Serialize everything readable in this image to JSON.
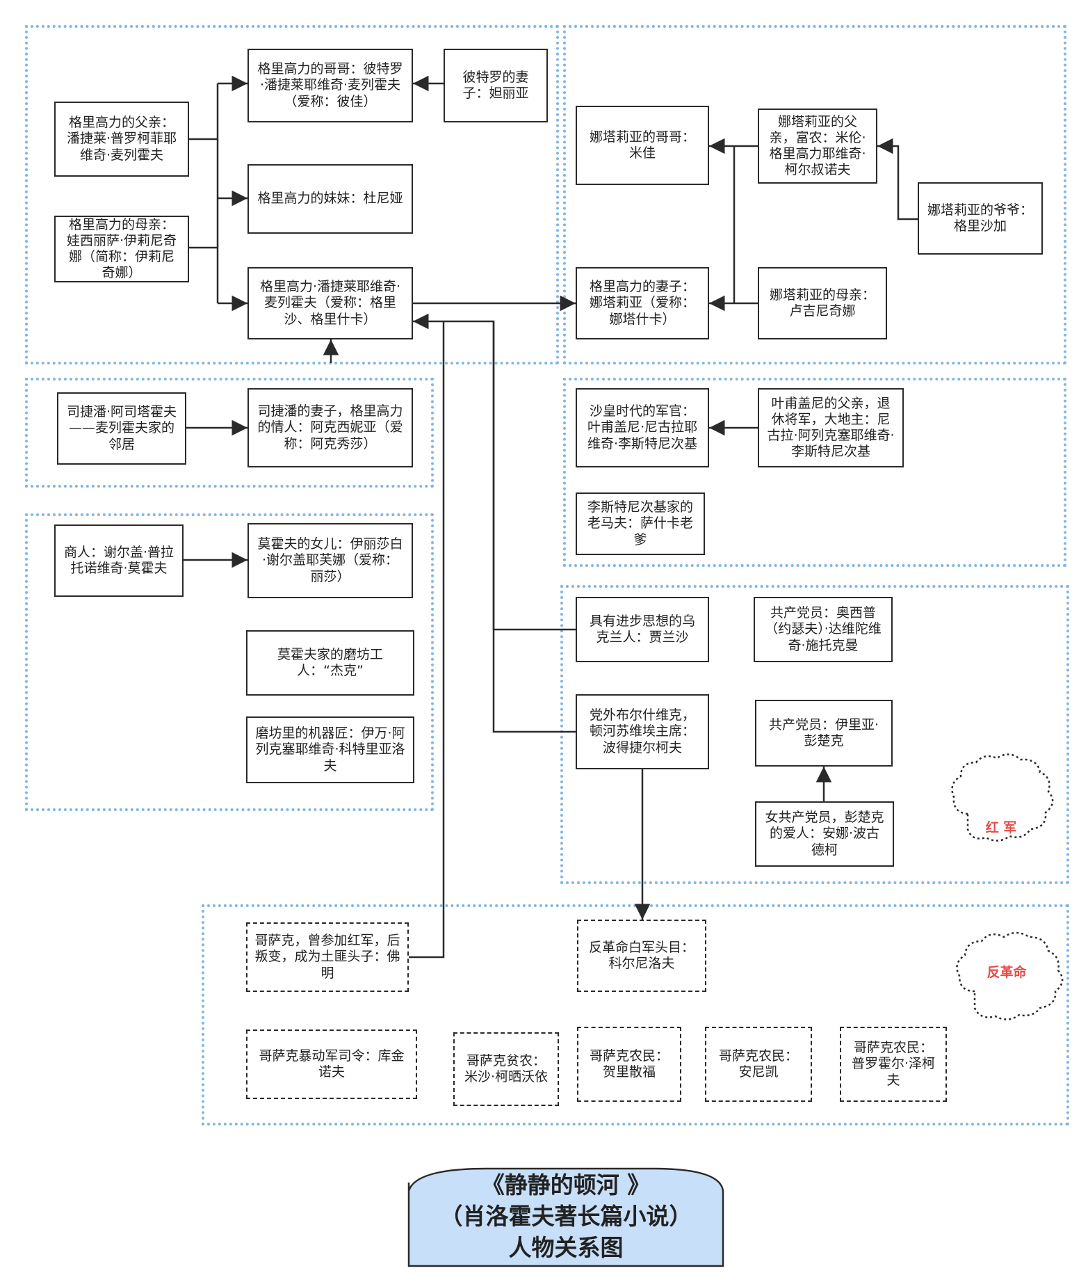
{
  "colors": {
    "group_border": "#7fb6e6",
    "title_fill": "#c7dff8",
    "cloud_text": "#e84a4a",
    "line": "#2a2a2a"
  },
  "nodes": {
    "father": "格里高力的父亲：潘捷莱·普罗柯菲耶维奇·麦列霍夫",
    "mother": "格里高力的母亲：娃西丽萨·伊莉尼奇娜（简称：伊莉尼奇娜）",
    "brother": "格里高力的哥哥：彼特罗·潘捷莱耶维奇·麦列霍夫（爱称：彼佳）",
    "brother_wife": "彼特罗的妻子：妲丽亚",
    "sister": "格里高力的妹妹：杜尼娅",
    "grigory": "格里高力·潘捷莱耶维奇·麦列霍夫（爱称：格里沙、格里什卡）",
    "stepan": "司捷潘·阿司塔霍夫——麦列霍夫家的邻居",
    "aksinya": "司捷潘的妻子，格里高力的情人：阿克西妮亚（爱称：阿克秀莎）",
    "merchant": "商人：谢尔盖·普拉托诺维奇·莫霍夫",
    "liza": "莫霍夫的女儿：伊丽莎白·谢尔盖耶芙娜（爱称：丽莎）",
    "jack": "莫霍夫家的磨坊工人：“杰克”",
    "mechanic": "磨坊里的机器匠：伊万·阿列克塞耶维奇·科特里亚洛夫",
    "n_brother": "娜塔莉亚的哥哥：米佳",
    "n_father": "娜塔莉亚的父亲，富农：米伦·格里高力耶维奇·柯尔叔诺夫",
    "n_grandpa": "娜塔莉亚的爷爷：格里沙加",
    "natalia": "格里高力的妻子：娜塔莉亚（爱称：娜塔什卡）",
    "n_mother": "娜塔莉亚的母亲：卢吉尼奇娜",
    "officer": "沙皇时代的军官：叶甫盖尼·尼古拉耶维奇·李斯特尼次基",
    "officer_father": "叶甫盖尼的父亲，退休将军，大地主：尼古拉·阿列克塞耶维奇·李斯特尼次基",
    "old_coachman": "李斯特尼次基家的老马夫：萨什卡老爹",
    "jiaransha": "具有进步思想的乌克兰人：贾兰沙",
    "stockman": "共产党员：奥西普（约瑟夫）·达维陀维奇·施托克曼",
    "podtelkov": "党外布尔什维克，顿河苏维埃主席：波得捷尔柯夫",
    "bunchuk": "共产党员：伊里亚·彭楚克",
    "anna": "女共产党员，彭楚克的爱人：安娜·波古德柯",
    "fomin": "哥萨克，曾参加红军，后叛变，成为土匪头子：佛明",
    "kornilov": "反革命白军头目：科尔尼洛夫",
    "kudinov": "哥萨克暴动军司令：库金诺夫",
    "poor_peasant": "哥萨克贫农：米沙·柯晒沃依",
    "peasant1": "哥萨克农民：贺里散福",
    "peasant2": "哥萨克农民：安尼凯",
    "peasant3": "哥萨克农民：普罗霍尔·泽柯夫"
  },
  "clouds": {
    "red_army": "红 军",
    "counter_rev": "反革命"
  },
  "title": {
    "line1": "《静静的顿河 》",
    "line2": "（肖洛霍夫著长篇小说）",
    "line3": "人物关系图"
  }
}
